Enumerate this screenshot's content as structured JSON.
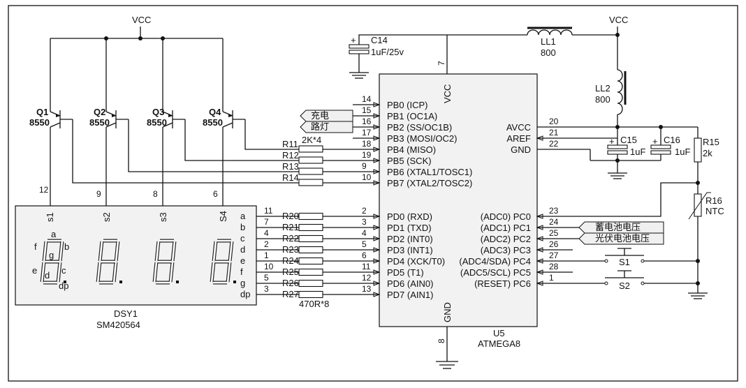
{
  "power": {
    "vcc_left": "VCC",
    "vcc_right": "VCC"
  },
  "transistors": [
    {
      "ref": "Q1",
      "part": "8550",
      "pin": "12"
    },
    {
      "ref": "Q2",
      "part": "8550",
      "pin": "9"
    },
    {
      "ref": "Q3",
      "part": "8550",
      "pin": "8"
    },
    {
      "ref": "Q4",
      "part": "8550",
      "pin": "6"
    }
  ],
  "base_resistors": {
    "note": "2K*4",
    "refs": [
      "R11",
      "R12",
      "R13",
      "R14"
    ]
  },
  "display": {
    "ref": "DSY1",
    "part": "SM420564",
    "digit_labels": [
      "s1",
      "s2",
      "s3",
      "S4"
    ],
    "segments": [
      "a",
      "b",
      "c",
      "d",
      "e",
      "f",
      "g",
      "dp"
    ],
    "pins": [
      "11",
      "7",
      "4",
      "2",
      "1",
      "10",
      "5",
      "3"
    ],
    "digit1_segment_names": {
      "a": "a",
      "b": "b",
      "c": "c",
      "d": "d",
      "e": "e",
      "f": "f",
      "g": "g",
      "dp": "dp"
    }
  },
  "segment_resistors": {
    "note": "470R*8",
    "refs": [
      "R20",
      "R21",
      "R22",
      "R23",
      "R24",
      "R25",
      "R26",
      "R27"
    ]
  },
  "capacitors": [
    {
      "ref": "C14",
      "value": "1uF/25v"
    },
    {
      "ref": "C15",
      "value": "1uF"
    },
    {
      "ref": "C16",
      "value": "1uF"
    }
  ],
  "inductors": [
    {
      "ref": "LL1",
      "value": "800"
    },
    {
      "ref": "LL2",
      "value": "800"
    }
  ],
  "resistor_r15": {
    "ref": "R15",
    "value": "2k"
  },
  "ntc": {
    "ref": "R16",
    "value": "NTC"
  },
  "switches": [
    "S1",
    "S2"
  ],
  "mcu": {
    "ref": "U5",
    "part": "ATMEGA8",
    "vcc_label": "VCC",
    "gnd_label": "GND",
    "vcc_pin": "7",
    "gnd_pin": "8",
    "left_pins": [
      {
        "num": "14",
        "name": "PB0 (ICP)"
      },
      {
        "num": "15",
        "name": "PB1 (OC1A)"
      },
      {
        "num": "16",
        "name": "PB2 (SS/OC1B)"
      },
      {
        "num": "17",
        "name": "PB3 (MOSI/OC2)"
      },
      {
        "num": "18",
        "name": "PB4 (MISO)"
      },
      {
        "num": "19",
        "name": "PB5 (SCK)"
      },
      {
        "num": "9",
        "name": "PB6 (XTAL1/TOSC1)"
      },
      {
        "num": "10",
        "name": "PB7 (XTAL2/TOSC2)"
      },
      {
        "num": "2",
        "name": "PD0 (RXD)"
      },
      {
        "num": "3",
        "name": "PD1 (TXD)"
      },
      {
        "num": "4",
        "name": "PD2 (INT0)"
      },
      {
        "num": "5",
        "name": "PD3 (INT1)"
      },
      {
        "num": "6",
        "name": "PD4 (XCK/T0)"
      },
      {
        "num": "11",
        "name": "PD5 (T1)"
      },
      {
        "num": "12",
        "name": "PD6 (AIN0)"
      },
      {
        "num": "13",
        "name": "PD7 (AIN1)"
      }
    ],
    "right_pins_top": [
      {
        "num": "20",
        "name": "AVCC"
      },
      {
        "num": "21",
        "name": "AREF"
      },
      {
        "num": "22",
        "name": "GND"
      }
    ],
    "right_pins": [
      {
        "num": "23",
        "name": "(ADC0) PC0"
      },
      {
        "num": "24",
        "name": "(ADC1) PC1"
      },
      {
        "num": "25",
        "name": "(ADC2) PC2"
      },
      {
        "num": "26",
        "name": "(ADC3) PC3"
      },
      {
        "num": "27",
        "name": "(ADC4/SDA) PC4"
      },
      {
        "num": "28",
        "name": "(ADC5/SCL) PC5"
      },
      {
        "num": "1",
        "name": "(RESET) PC6"
      }
    ]
  },
  "net_labels": {
    "charge": "充电",
    "streetlight": "路灯",
    "battery_voltage": "蓄电池电压",
    "pv_voltage": "光伏电池电压"
  }
}
